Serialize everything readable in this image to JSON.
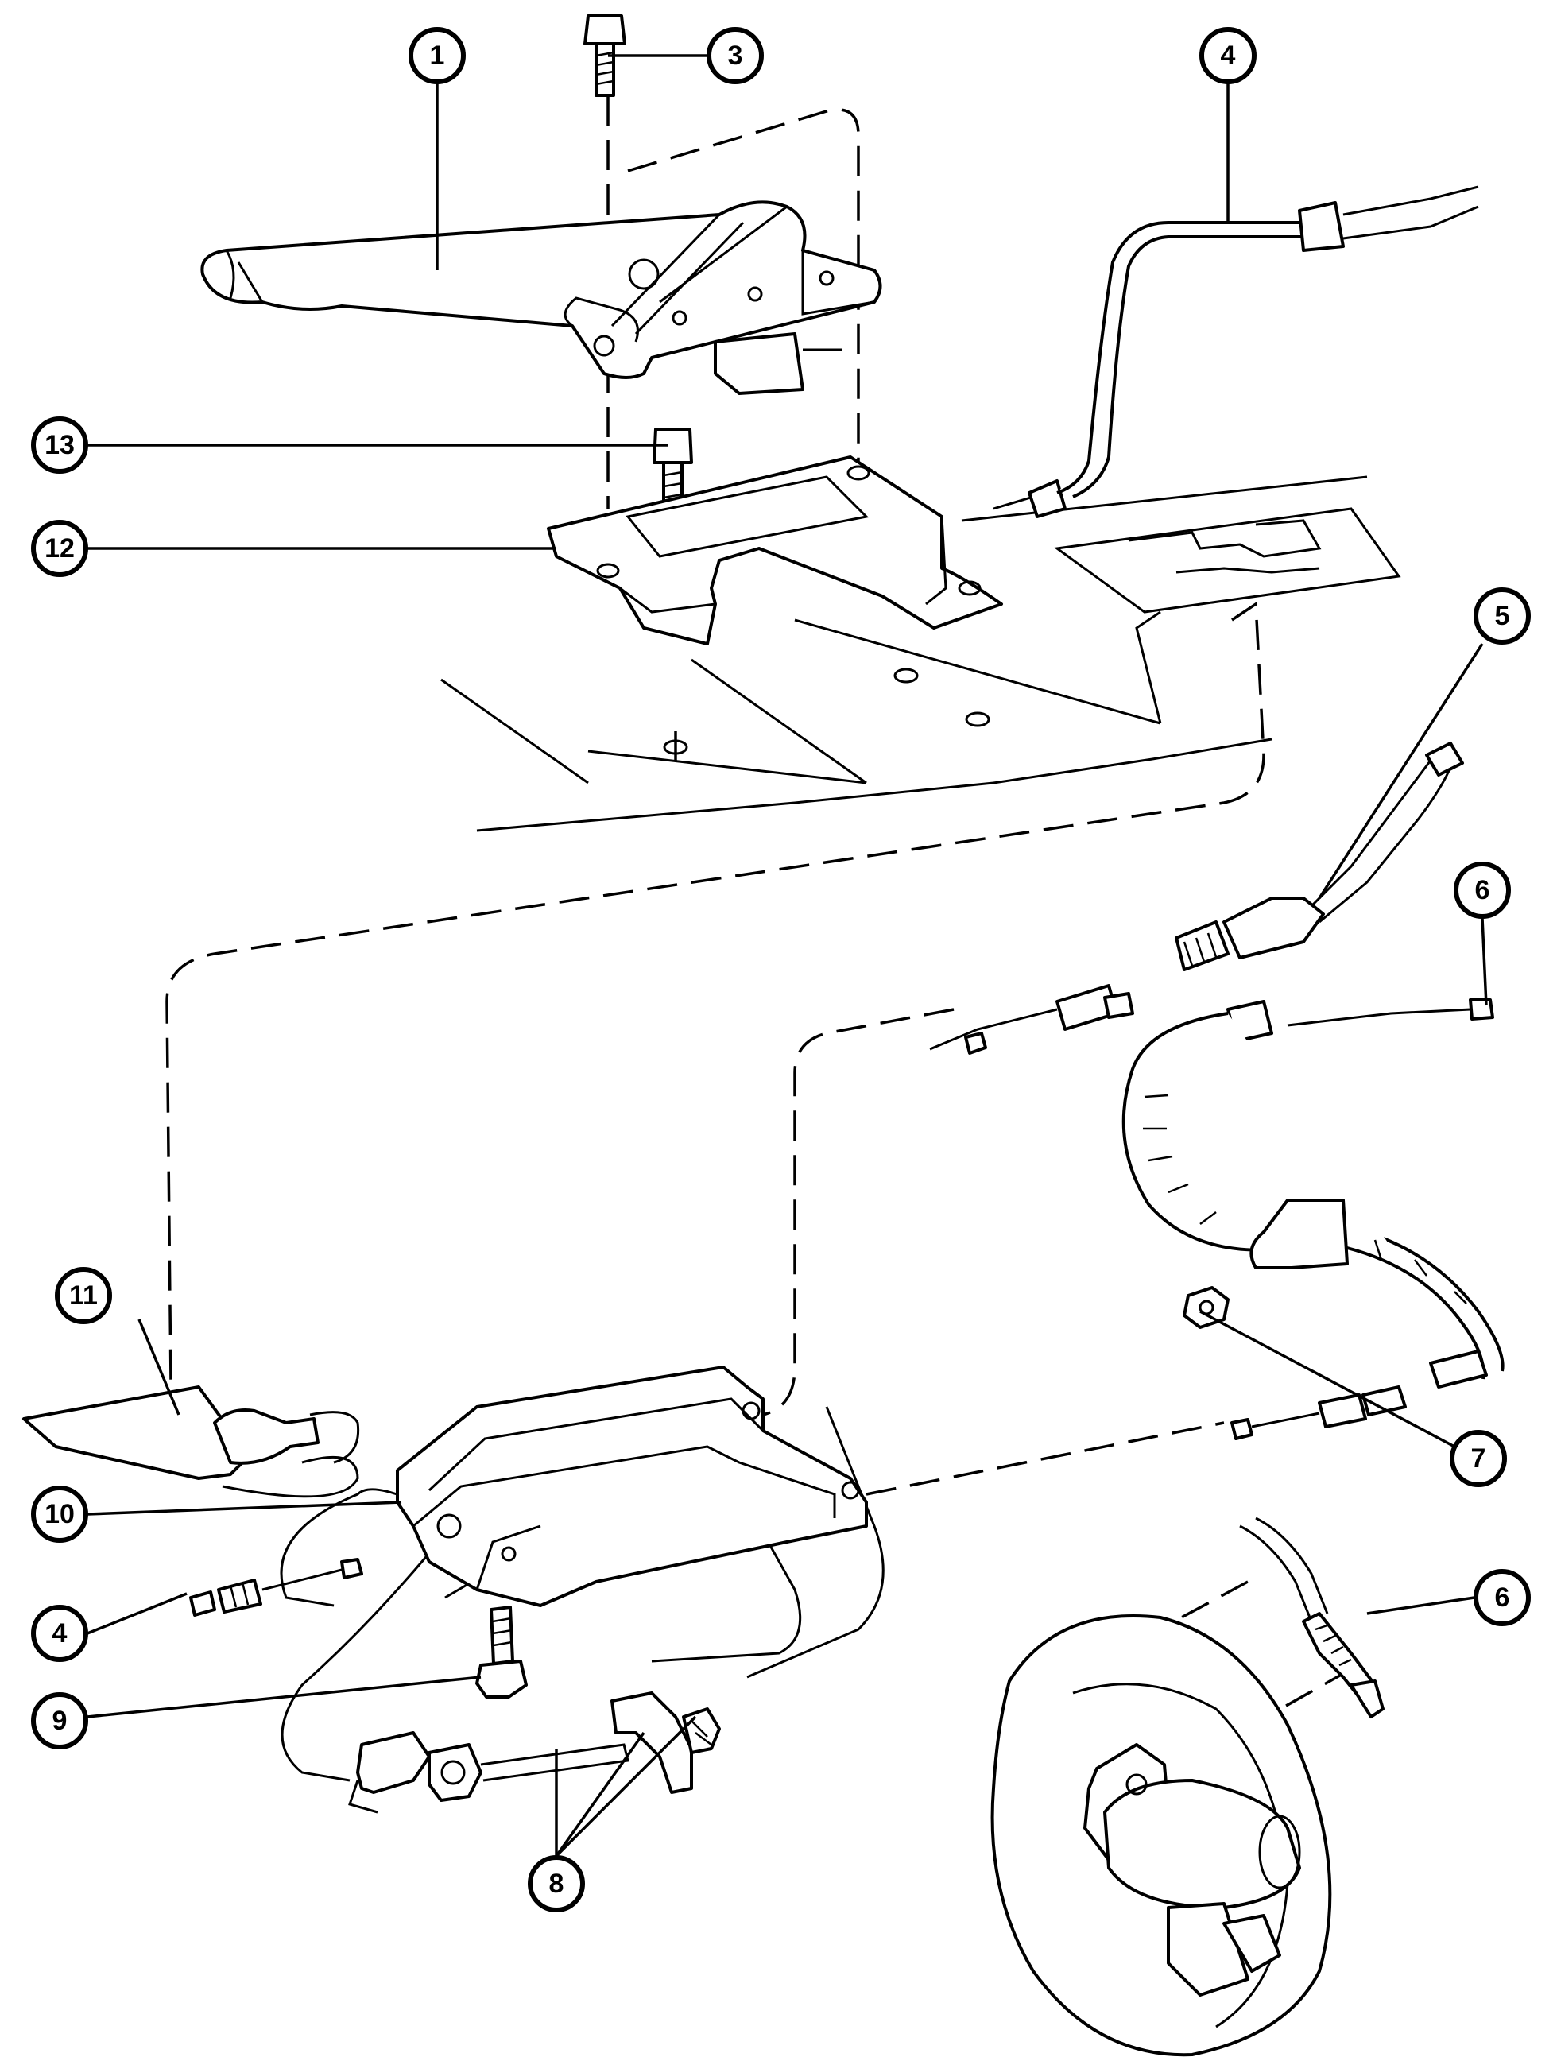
{
  "callouts": [
    {
      "label": "1"
    },
    {
      "label": "3"
    },
    {
      "label": "4"
    },
    {
      "label": "13"
    },
    {
      "label": "12"
    },
    {
      "label": "5"
    },
    {
      "label": "6"
    },
    {
      "label": "11"
    },
    {
      "label": "7"
    },
    {
      "label": "10"
    },
    {
      "label": "6"
    },
    {
      "label": "4"
    },
    {
      "label": "9"
    },
    {
      "label": "8"
    }
  ],
  "colors": {
    "line": "#000000",
    "background": "#ffffff"
  }
}
